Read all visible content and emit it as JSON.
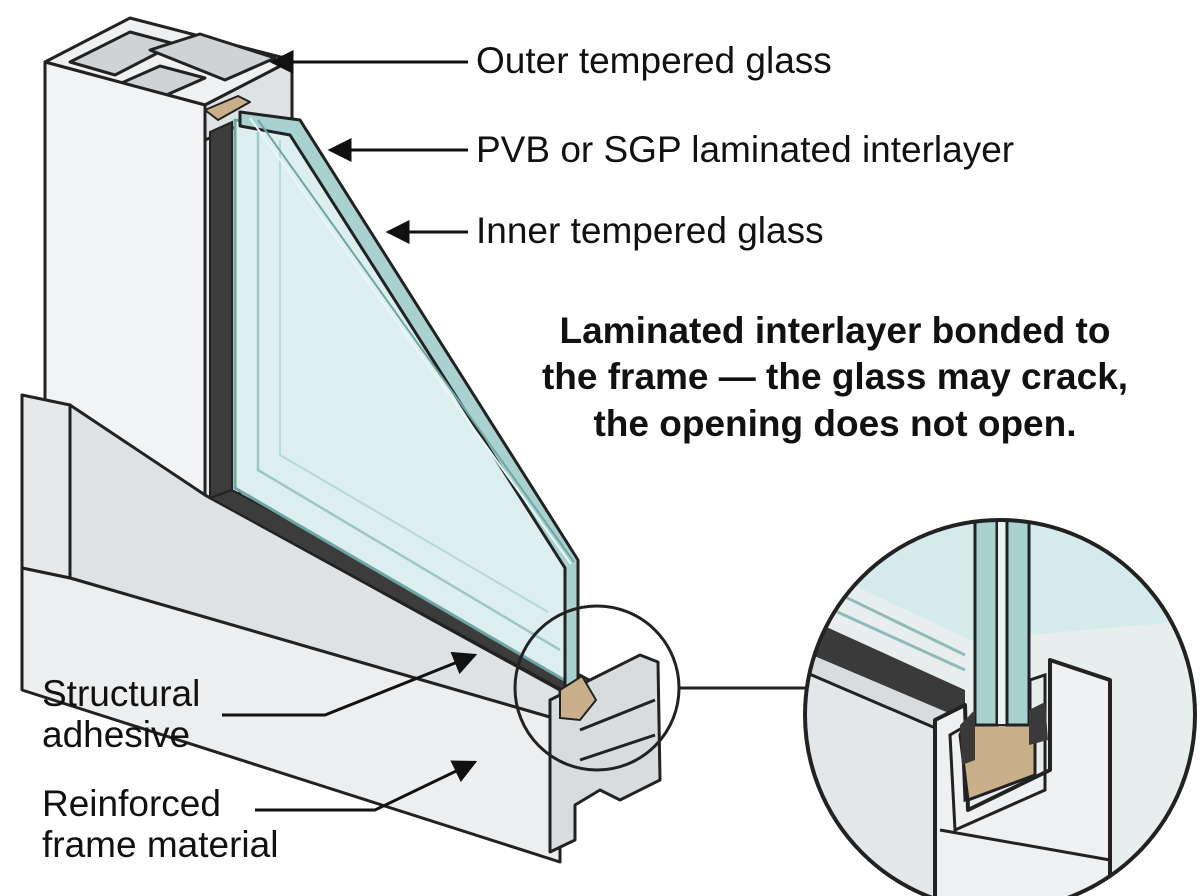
{
  "labels": {
    "outer_glass": "Outer tempered glass",
    "interlayer": "PVB or SGP laminated interlayer",
    "inner_glass": "Inner tempered glass",
    "adhesive_line1": "Structural",
    "adhesive_line2": "adhesive",
    "frame_line1": "Reinforced",
    "frame_line2": "frame material"
  },
  "callout": {
    "line1": "Laminated interlayer bonded to",
    "line2": "the frame — the glass may crack,",
    "line3": "the opening does not open."
  },
  "colors": {
    "frame": "#e9ebec",
    "frame_shade": "#d6d9db",
    "glass": "#d9ecec",
    "glass_edge": "#a9d1cf",
    "gasket": "#3c3c3c",
    "adhesive": "#c9b08a",
    "outline": "#222222"
  }
}
